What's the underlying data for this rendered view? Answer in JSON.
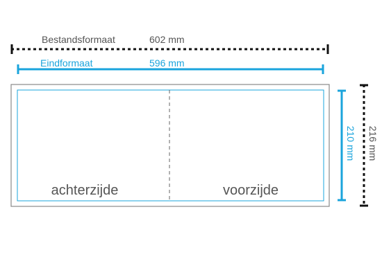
{
  "colors": {
    "trim": "#1aa4dc",
    "file": "#111111",
    "label": "#555555",
    "sheet_border": "#888888",
    "fold": "#666666"
  },
  "file_format": {
    "label": "Bestandsformaat",
    "width": "602 mm",
    "height": "216 mm"
  },
  "final_format": {
    "label": "Eindformaat",
    "width": "596 mm",
    "height": "210 mm"
  },
  "panels": {
    "left": "achterzijde",
    "right": "voorzijde"
  }
}
